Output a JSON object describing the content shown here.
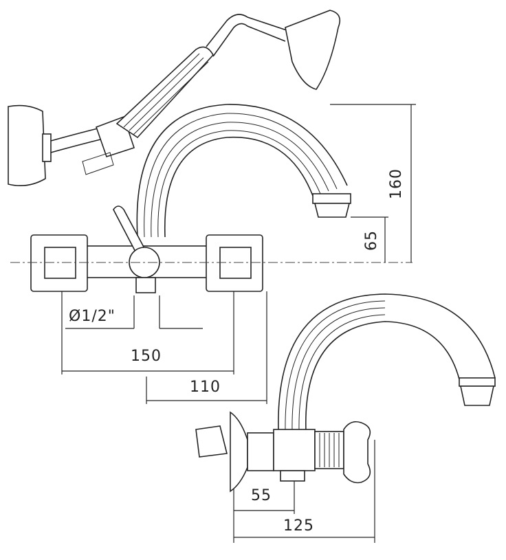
{
  "dimensions": {
    "height_total": "160",
    "height_outlet": "65",
    "thread": "Ø1/2\"",
    "centers": "150",
    "spout_offset": "110",
    "side_inlet": "55",
    "side_depth": "125"
  }
}
